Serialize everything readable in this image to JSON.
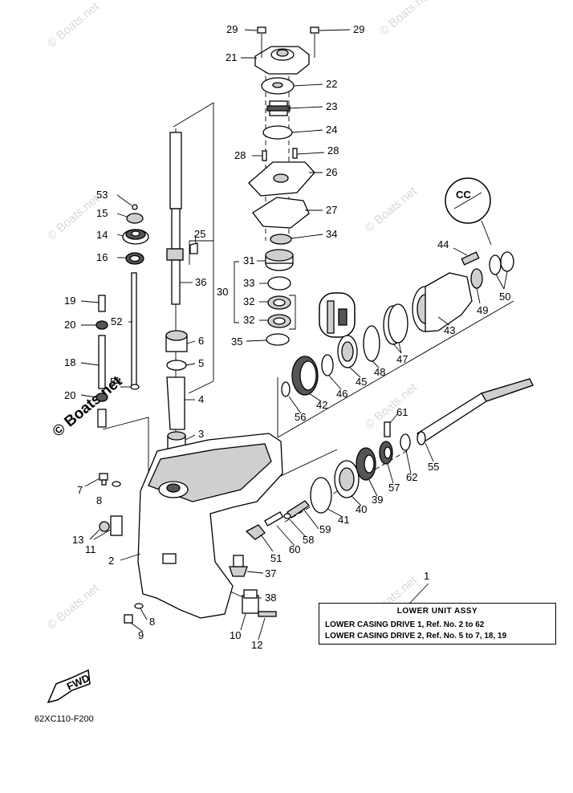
{
  "diagram": {
    "part_code": "62XC110-F200",
    "watermark": "© Boats.net",
    "note": {
      "title": "LOWER UNIT ASSY",
      "line1": "LOWER CASING DRIVE 1, Ref. No. 2 to 62",
      "line2": "LOWER CASING DRIVE 2, Ref. No. 5 to 7, 18, 19"
    },
    "fwd_label": "FWD",
    "cc_label": "CC",
    "callouts": {
      "c1": "1",
      "c2": "2",
      "c3": "3",
      "c4": "4",
      "c5": "5",
      "c6": "6",
      "c7": "7",
      "c8a": "8",
      "c8b": "8",
      "c9": "9",
      "c10": "10",
      "c11": "11",
      "c12": "12",
      "c13": "13",
      "c14": "14",
      "c15": "15",
      "c16": "16",
      "c18": "18",
      "c19": "19",
      "c20a": "20",
      "c20b": "20",
      "c21": "21",
      "c22": "22",
      "c23": "23",
      "c24": "24",
      "c25": "25",
      "c26": "26",
      "c27": "27",
      "c28a": "28",
      "c28b": "28",
      "c29a": "29",
      "c29b": "29",
      "c30": "30",
      "c31": "31",
      "c32a": "32",
      "c32b": "32",
      "c33": "33",
      "c34": "34",
      "c35": "35",
      "c36": "36",
      "c37": "37",
      "c38": "38",
      "c39": "39",
      "c40": "40",
      "c41": "41",
      "c42": "42",
      "c43": "43",
      "c44": "44",
      "c45": "45",
      "c46": "46",
      "c47": "47",
      "c48": "48",
      "c49": "49",
      "c50": "50",
      "c51": "51",
      "c52": "52",
      "c53": "53",
      "c54": "54",
      "c55": "55",
      "c56": "56",
      "c57": "57",
      "c58": "58",
      "c59": "59",
      "c60": "60",
      "c61": "61",
      "c62": "62"
    }
  }
}
